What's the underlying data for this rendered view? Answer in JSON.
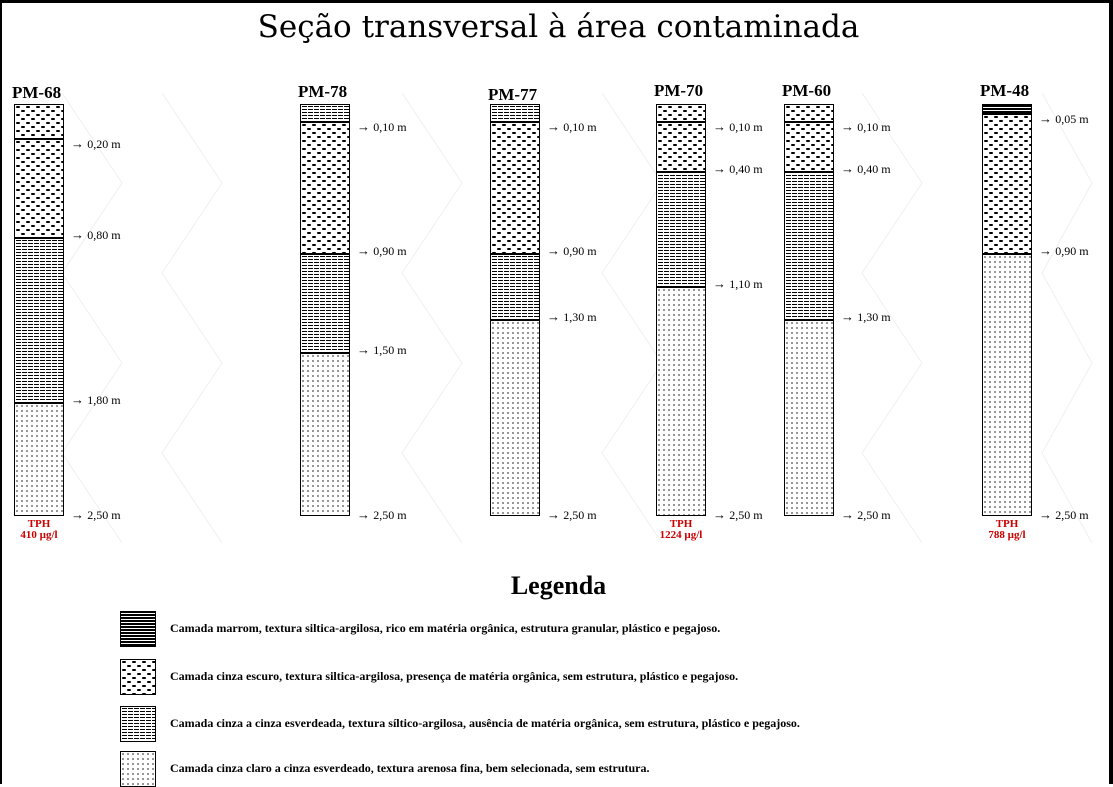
{
  "title": "Seção transversal à área contaminada",
  "legend_title": "Legenda",
  "legend": [
    {
      "pattern": "brown",
      "text": "Camada marrom, textura siltica-argilosa, rico em matéria orgânica, estrutura granular, plástico e pegajoso."
    },
    {
      "pattern": "darkgray",
      "text": "Camada cinza escuro, textura siltica-argilosa, presença de matéria orgânica, sem estrutura, plástico e pegajoso."
    },
    {
      "pattern": "greenish",
      "text": "Camada cinza a cinza esverdeada, textura síltico-argilosa, ausência de  matéria orgânica, sem estrutura,  plástico e pegajoso."
    },
    {
      "pattern": "sandy",
      "text": "Camada cinza claro a cinza esverdeado, textura arenosa fina, bem selecionada, sem estrutura."
    }
  ],
  "wells": [
    {
      "name": "PM-68",
      "layers": [
        {
          "pattern": "darkgray",
          "from": 0,
          "to": 0.2
        },
        {
          "pattern": "darkgray",
          "from": 0.2,
          "to": 0.8
        },
        {
          "pattern": "greenish",
          "from": 0.8,
          "to": 1.8
        },
        {
          "pattern": "sandy",
          "from": 1.8,
          "to": 2.5
        }
      ],
      "depth_labels": [
        "0,20 m",
        "0,80 m",
        "1,80 m",
        "2,50 m"
      ],
      "tph_label": "TPH",
      "tph_value": "410  µg/l"
    },
    {
      "name": "PM-78",
      "layers": [
        {
          "pattern": "greenish",
          "from": 0,
          "to": 0.1
        },
        {
          "pattern": "darkgray",
          "from": 0.1,
          "to": 0.9
        },
        {
          "pattern": "greenish",
          "from": 0.9,
          "to": 1.5
        },
        {
          "pattern": "sandy",
          "from": 1.5,
          "to": 2.5
        }
      ],
      "depth_labels": [
        "0,10 m",
        "0,90 m",
        "1,50 m",
        "2,50 m"
      ]
    },
    {
      "name": "PM-77",
      "layers": [
        {
          "pattern": "greenish",
          "from": 0,
          "to": 0.1
        },
        {
          "pattern": "darkgray",
          "from": 0.1,
          "to": 0.9
        },
        {
          "pattern": "greenish",
          "from": 0.9,
          "to": 1.3
        },
        {
          "pattern": "sandy",
          "from": 1.3,
          "to": 2.5
        }
      ],
      "depth_labels": [
        "0,10 m",
        "0,90 m",
        "1,30 m",
        "2,50 m"
      ]
    },
    {
      "name": "PM-70",
      "layers": [
        {
          "pattern": "darkgray",
          "from": 0,
          "to": 0.1
        },
        {
          "pattern": "darkgray",
          "from": 0.1,
          "to": 0.4
        },
        {
          "pattern": "greenish",
          "from": 0.4,
          "to": 1.1
        },
        {
          "pattern": "sandy",
          "from": 1.1,
          "to": 2.5
        }
      ],
      "depth_labels": [
        "0,10 m",
        "0,40 m",
        "1,10 m",
        "2,50 m"
      ],
      "tph_label": "TPH",
      "tph_value": "1224  µg/l"
    },
    {
      "name": "PM-60",
      "layers": [
        {
          "pattern": "darkgray",
          "from": 0,
          "to": 0.1
        },
        {
          "pattern": "darkgray",
          "from": 0.1,
          "to": 0.4
        },
        {
          "pattern": "greenish",
          "from": 0.4,
          "to": 1.3
        },
        {
          "pattern": "sandy",
          "from": 1.3,
          "to": 2.5
        }
      ],
      "depth_labels": [
        "0,10 m",
        "0,40 m",
        "1,30 m",
        "2,50 m"
      ]
    },
    {
      "name": "PM-48",
      "layers": [
        {
          "pattern": "brown",
          "from": 0,
          "to": 0.05
        },
        {
          "pattern": "darkgray",
          "from": 0.05,
          "to": 0.9
        },
        {
          "pattern": "sandy",
          "from": 0.9,
          "to": 2.5
        }
      ],
      "depth_labels": [
        "0,05 m",
        "0,90 m",
        "2,50 m"
      ],
      "tph_label": "TPH",
      "tph_value": "788  µg/l"
    }
  ],
  "colors": {
    "tph": "#cc0000",
    "ink": "#000000"
  }
}
